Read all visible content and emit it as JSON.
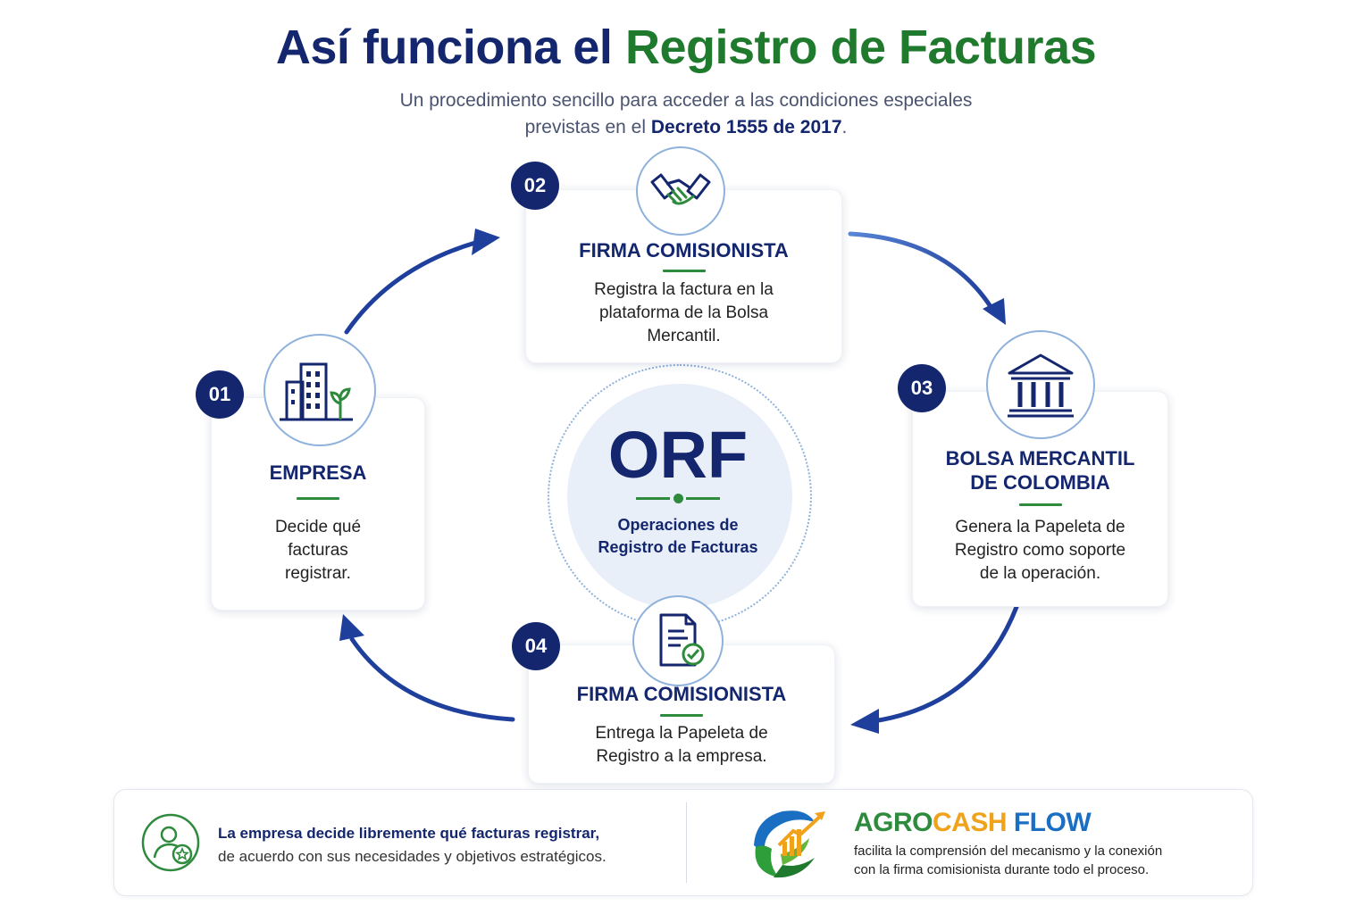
{
  "header": {
    "title_part1": "Así funciona el",
    "title_part2": "Registro de Facturas",
    "subtitle_line1": "Un procedimiento sencillo para acceder a las condiciones especiales",
    "subtitle_line2_pre": "previstas en el",
    "subtitle_line2_bold": "Decreto 1555 de 2017",
    "subtitle_line2_post": "."
  },
  "center": {
    "acronym": "ORF",
    "line1": "Operaciones de",
    "line2": "Registro de Facturas"
  },
  "steps": [
    {
      "number": "01",
      "title": "EMPRESA",
      "desc_lines": [
        "Decide qué",
        "facturas",
        "registrar."
      ],
      "icon": "buildings-icon"
    },
    {
      "number": "02",
      "title": "FIRMA COMISIONISTA",
      "desc_lines": [
        "Registra la factura en la",
        "plataforma de la Bolsa",
        "Mercantil."
      ],
      "icon": "handshake-icon"
    },
    {
      "number": "03",
      "title_lines": [
        "BOLSA MERCANTIL",
        "DE COLOMBIA"
      ],
      "desc_lines": [
        "Genera la Papeleta de",
        "Registro como soporte",
        "de la operación."
      ],
      "icon": "bank-building-icon"
    },
    {
      "number": "04",
      "title": "FIRMA COMISIONISTA",
      "desc_lines": [
        "Entrega la Papeleta de",
        "Registro a la empresa."
      ],
      "icon": "document-check-icon"
    }
  ],
  "footer": {
    "left_line1": "La empresa decide libremente qué facturas registrar,",
    "left_line2": "de acuerdo con sus necesidades y objetivos estratégicos.",
    "brand_agro": "AGRO",
    "brand_cash": "CASH",
    "brand_flow": "FLOW",
    "right_line1": "facilita la comprensión del mecanismo y la conexión",
    "right_line2": "con la firma comisionista durante todo el proceso."
  },
  "colors": {
    "navy": "#13266e",
    "green": "#1f7a2e",
    "orange": "#f0a21a",
    "blue": "#1a6fc2",
    "arrow": "#1f3f9c"
  }
}
